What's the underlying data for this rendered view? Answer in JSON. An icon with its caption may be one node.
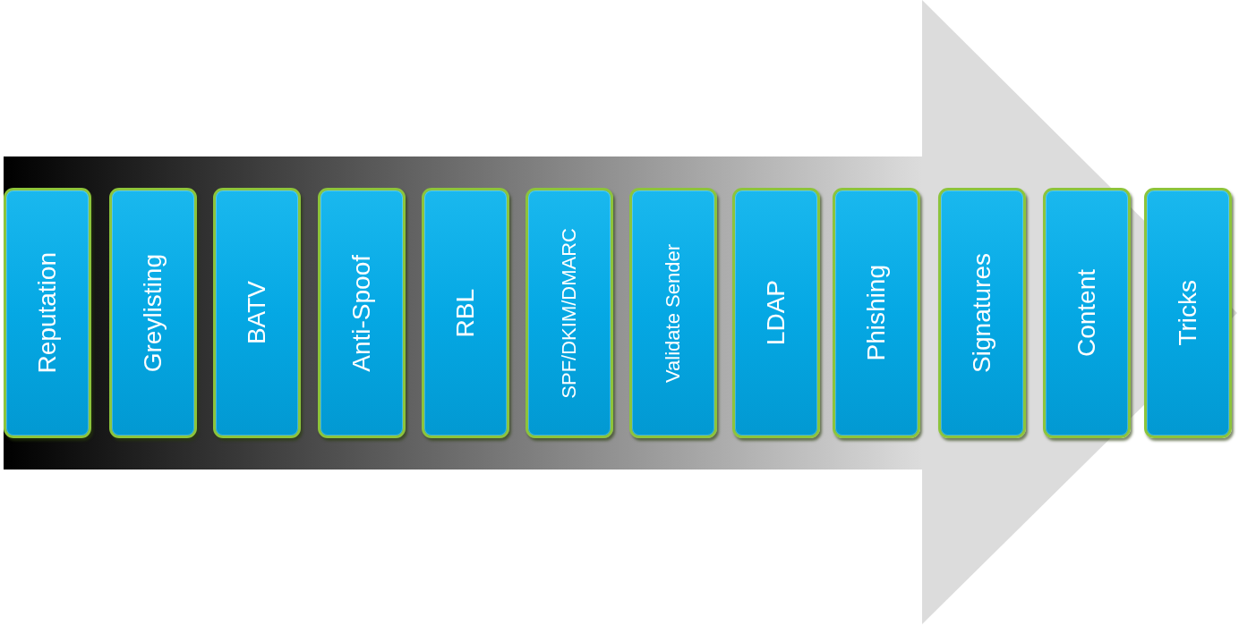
{
  "diagram": {
    "nodes": [
      {
        "text": [
          "Reputation"
        ]
      },
      {
        "text": [
          "Greylisting"
        ]
      },
      {
        "text": [
          "BATV"
        ]
      },
      {
        "text": [
          "Anti-Spoof"
        ]
      },
      {
        "text": [
          "RBL"
        ]
      },
      {
        "text": [
          "SPF/DKIM/DMARC"
        ]
      },
      {
        "text": [
          "Validate Sender"
        ]
      },
      {
        "text": [
          "LDAP"
        ]
      },
      {
        "text": [
          "Phishing"
        ]
      },
      {
        "text": [
          "Signatures"
        ]
      },
      {
        "text": [
          "Content"
        ]
      },
      {
        "text": [
          "Tricks"
        ]
      }
    ],
    "edges": [
      {
        "from": 0,
        "to": 11,
        "arrow": "to"
      }
    ]
  }
}
